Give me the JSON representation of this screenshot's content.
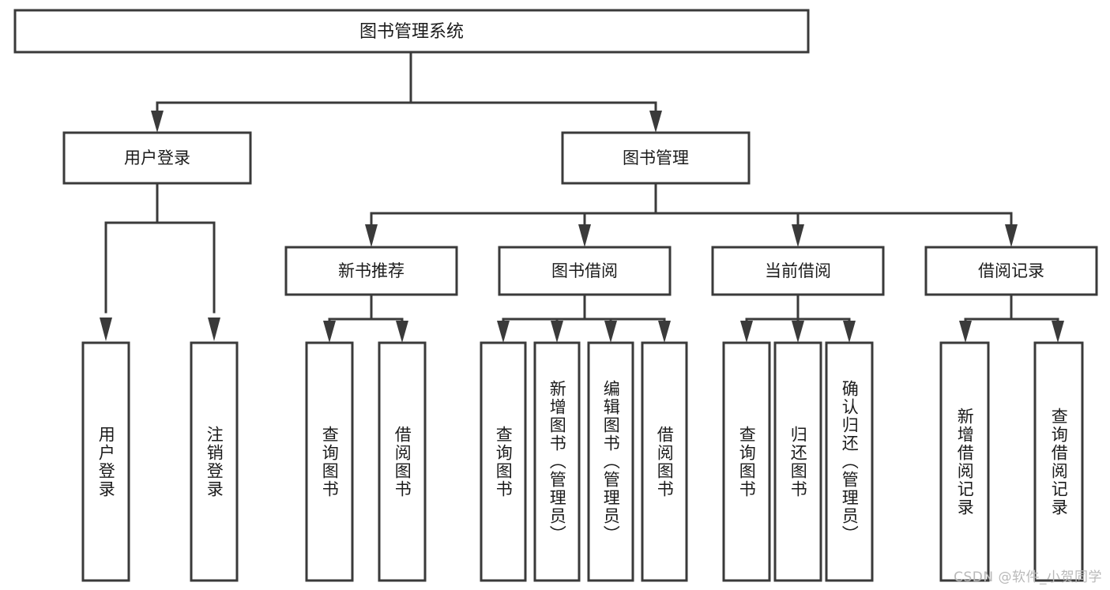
{
  "diagram": {
    "type": "tree",
    "title": "图书管理系统",
    "watermark": "CSDN @软件_小贺同学",
    "colors": {
      "stroke": "#3a3a3a",
      "fill": "#ffffff",
      "text": "#1b1b1b",
      "watermark": "#b9b9b9",
      "background": "#ffffff"
    },
    "root": {
      "label": "图书管理系统"
    },
    "level2": [
      {
        "label": "用户登录"
      },
      {
        "label": "图书管理"
      }
    ],
    "level3": [
      {
        "label": "新书推荐"
      },
      {
        "label": "图书借阅"
      },
      {
        "label": "当前借阅"
      },
      {
        "label": "借阅记录"
      }
    ],
    "leaves": {
      "user_login": [
        {
          "label": "用户登录"
        },
        {
          "label": "注销登录"
        }
      ],
      "new_book_recommend": [
        {
          "label": "查询图书"
        },
        {
          "label": "借阅图书"
        }
      ],
      "book_borrow": [
        {
          "label": "查询图书"
        },
        {
          "label": "新增图书（管理员）"
        },
        {
          "label": "编辑图书（管理员）"
        },
        {
          "label": "借阅图书"
        }
      ],
      "current_borrow": [
        {
          "label": "查询图书"
        },
        {
          "label": "归还图书"
        },
        {
          "label": "确认归还（管理员）"
        }
      ],
      "borrow_record": [
        {
          "label": "新增借阅记录"
        },
        {
          "label": "查询借阅记录"
        }
      ]
    }
  }
}
